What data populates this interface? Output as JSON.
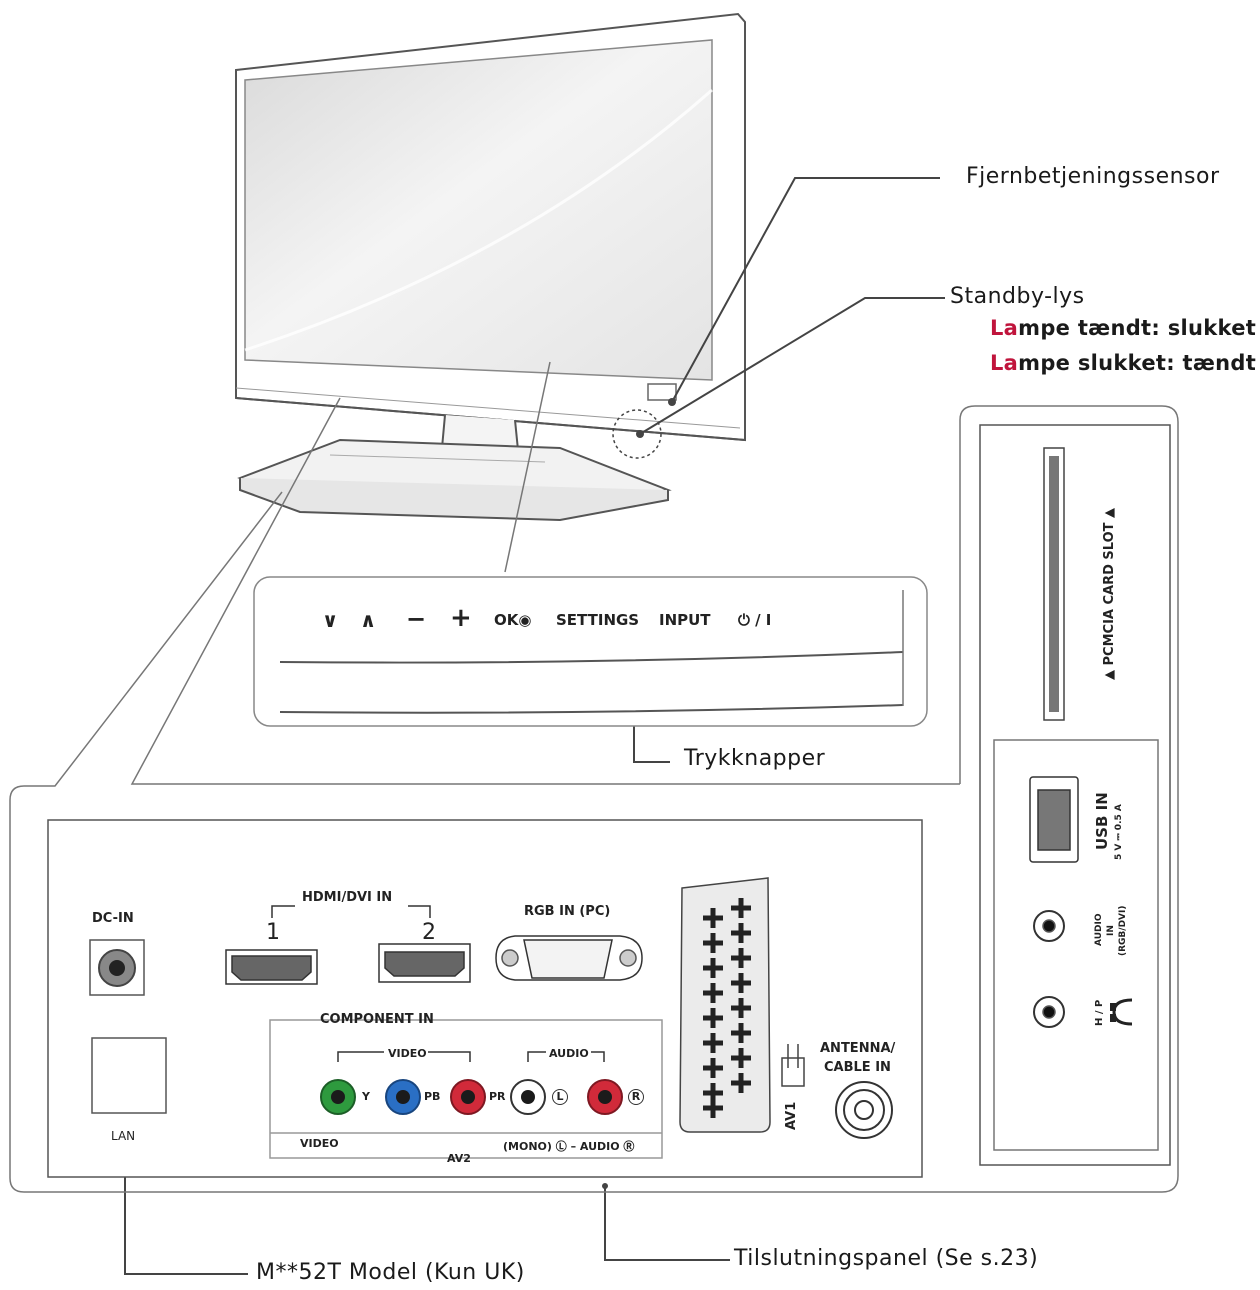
{
  "callouts": {
    "remote_sensor": "Fjernbetjeningssensor",
    "standby": "Standby-lys",
    "lamp_on_prefix": "La",
    "lamp_on_rest": "mpe tændt: slukket",
    "lamp_off_prefix": "La",
    "lamp_off_rest": "mpe slukket: tændt",
    "push_buttons": "Trykknapper",
    "model_note": "M**52T Model (Kun UK)",
    "connection_panel": "Tilslutningspanel (Se s.23)"
  },
  "control_panel": {
    "down": "∨",
    "up": "∧",
    "minus": "−",
    "plus": "+",
    "ok": "OK◉",
    "settings": "SETTINGS",
    "input": "INPUT",
    "power": "⏻ / I"
  },
  "rear_panel": {
    "dc_in": "DC-IN",
    "hdmi_title": "HDMI/DVI IN",
    "hdmi_1": "1",
    "hdmi_2": "2",
    "rgb_in": "RGB IN (PC)",
    "lan": "LAN",
    "component_in": "COMPONENT IN",
    "video_group": "VIDEO",
    "audio_group": "AUDIO",
    "y": "Y",
    "pb": "PB",
    "pr": "PR",
    "l": "L",
    "r": "R",
    "video_bottom": "VIDEO",
    "mono_audio": "(MONO) Ⓛ – AUDIO  Ⓡ",
    "av2": "AV2",
    "av1": "AV1",
    "antenna": "ANTENNA/",
    "cable_in": "CABLE IN"
  },
  "side_panel": {
    "pcmcia": "▲ PCMCIA CARD SLOT ▲",
    "usb_in": "USB IN",
    "usb_spec": "5 V ⎓ 0.5 A",
    "audio_in_1": "AUDIO",
    "audio_in_2": "IN",
    "audio_in_3": "(RGB/DVI)",
    "hp": "H / P"
  },
  "colors": {
    "green_jack": "#2e9a3e",
    "blue_jack": "#2a6fc4",
    "red_jack": "#d12a3a",
    "accent_red": "#c0143c"
  }
}
